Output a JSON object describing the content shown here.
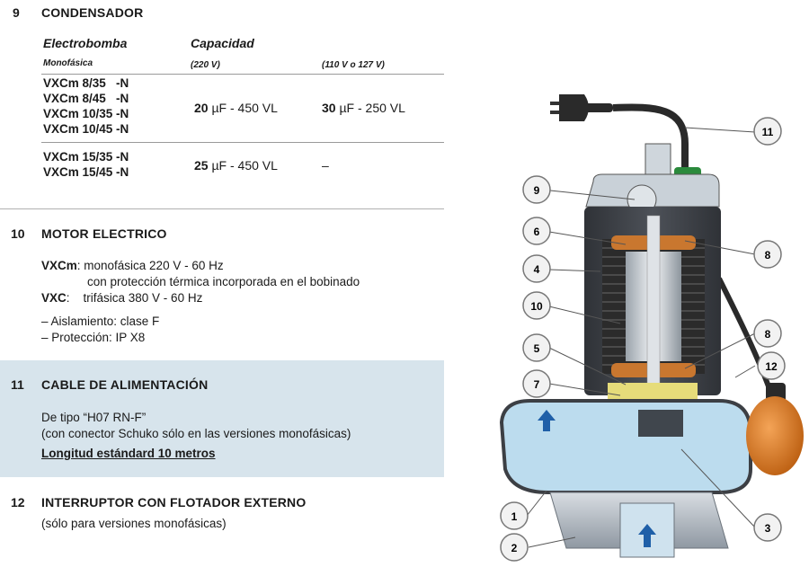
{
  "s9": {
    "num": "9",
    "title": "CONDENSADOR",
    "col_pump": "Electrobomba",
    "col_pump_sub": "Monofásica",
    "col_cap": "Capacidad",
    "col_220": "(220 V)",
    "col_110": "(110 V o 127 V)",
    "group1": {
      "models": [
        "VXCm 8/35   -N",
        "VXCm 8/45   -N",
        "VXCm 10/35 -N",
        "VXCm 10/45 -N"
      ],
      "v220_num": "20",
      "v220_unit": " µF - 450 VL",
      "v110_num": "30",
      "v110_unit": " µF - 250 VL"
    },
    "group2": {
      "models": [
        "VXCm 15/35 -N",
        "VXCm 15/45 -N"
      ],
      "v220_num": "25",
      "v220_unit": " µF - 450 VL",
      "v110": "–"
    }
  },
  "s10": {
    "num": "10",
    "title": "MOTOR ELECTRICO",
    "vxcm_label": "VXCm",
    "vxcm_text": ": monofásica 220 V - 60 Hz",
    "vxcm_text2": "con protección térmica incorporada en el bobinado",
    "vxc_label": "VXC",
    "vxc_text": ":    trifásica 380 V - 60 Hz",
    "insulation": "– Aislamiento: clase F",
    "protection": "– Protección: IP X8"
  },
  "s11": {
    "num": "11",
    "title": "CABLE DE ALIMENTACIÓN",
    "line1": "De tipo “H07 RN-F”",
    "line2": "(con conector Schuko sólo en las versiones monofásicas)",
    "length": "Longitud estándard 10 metros"
  },
  "s12": {
    "num": "12",
    "title": "INTERRUPTOR CON FLOTADOR EXTERNO",
    "line1": "(sólo para versiones monofásicas)"
  },
  "diagram": {
    "callouts": [
      "11",
      "9",
      "6",
      "8",
      "4",
      "10",
      "8",
      "12",
      "5",
      "7",
      "1",
      "3",
      "2"
    ],
    "colors": {
      "body": "#3c3f44",
      "water": "#bcdcee",
      "float": "#e07b1c",
      "callout_fill": "#f2f2f2",
      "arrow": "#1f5fa8"
    }
  }
}
